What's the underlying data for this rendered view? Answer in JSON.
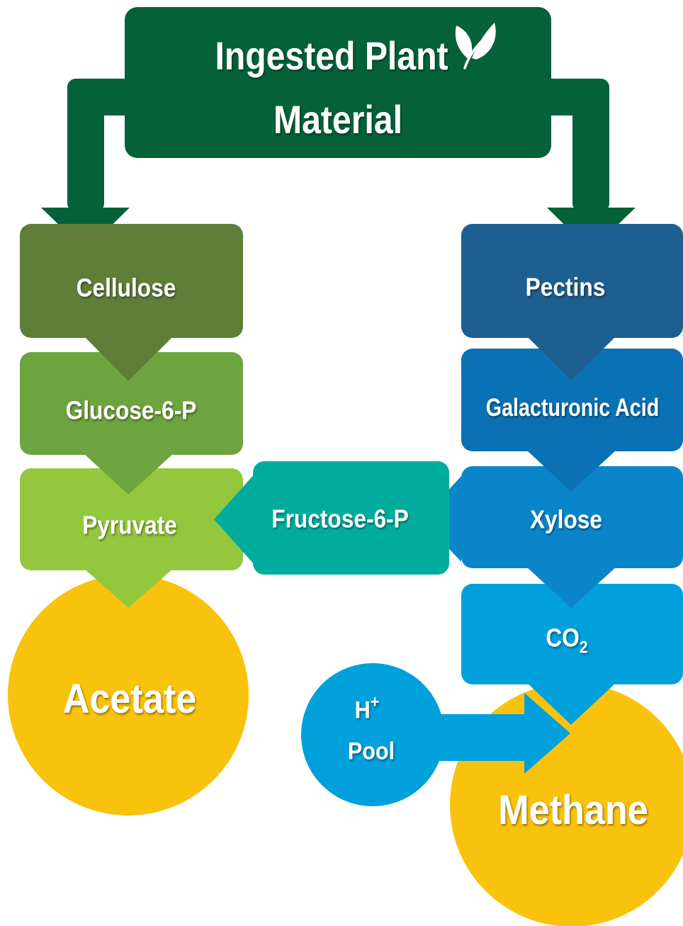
{
  "title": {
    "line1": "Ingested Plant",
    "line2": "Material"
  },
  "left_branch": {
    "cellulose": "Cellulose",
    "glucose": "Glucose-6-P",
    "pyruvate": "Pyruvate",
    "acetate": "Acetate"
  },
  "middle": {
    "fructose": "Fructose-6-P"
  },
  "right_branch": {
    "pectins": "Pectins",
    "galacturonic": "Galacturonic Acid",
    "xylose": "Xylose",
    "co2_main": "CO",
    "co2_sub": "2",
    "methane": "Methane"
  },
  "hpool": {
    "h": "H",
    "h_sup": "+",
    "pool": "Pool"
  },
  "icons": {
    "title_icon": "leaf-icon"
  },
  "colors": {
    "title_green": "#04613a",
    "cellulose": "#5f7f38",
    "glucose": "#6ea43f",
    "pyruvate": "#93c83e",
    "acetate": "#f9c20c",
    "fructose": "#00ad9d",
    "pectins": "#1d5f91",
    "galacturonic": "#0a71b5",
    "xylose": "#0b85c9",
    "co2": "#00a0dc",
    "hpool": "#00a0dc",
    "methane": "#f9c20c"
  }
}
